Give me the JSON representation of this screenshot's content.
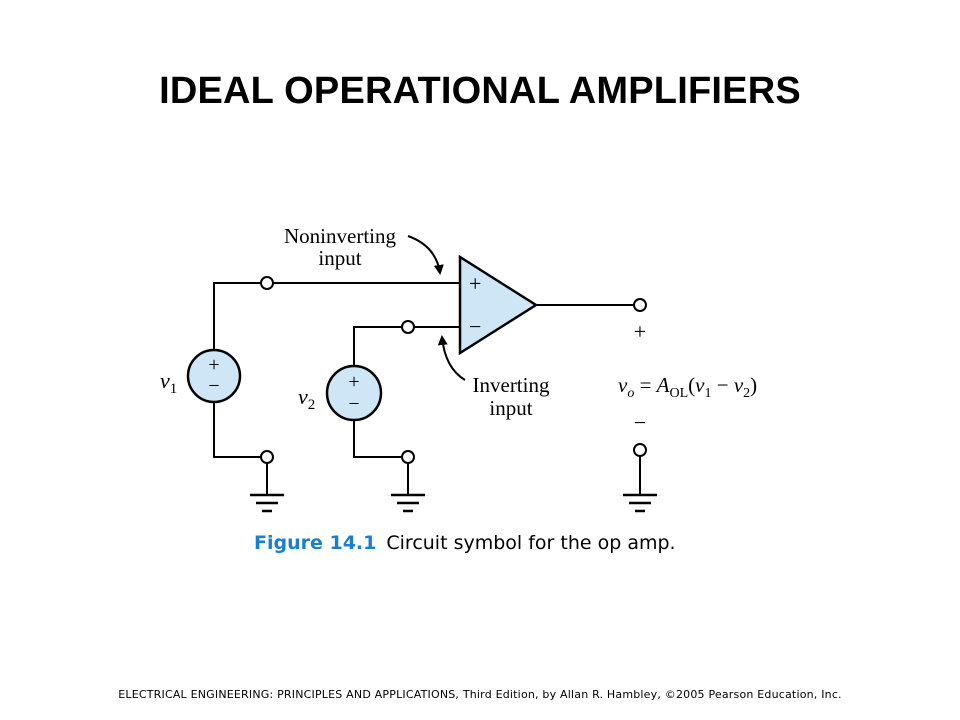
{
  "title": "IDEAL OPERATIONAL AMPLIFIERS",
  "diagram": {
    "noninverting_label": [
      "Noninverting",
      "input"
    ],
    "inverting_label": [
      "Inverting",
      "input"
    ],
    "opamp_plus": "+",
    "opamp_minus": "−",
    "source1": {
      "var": "v",
      "sub": "1",
      "plus": "+",
      "minus": "−"
    },
    "source2": {
      "var": "v",
      "sub": "2",
      "plus": "+",
      "minus": "−"
    },
    "output_plus": "+",
    "output_minus": "−",
    "equation": {
      "lhs_var": "v",
      "lhs_sub": "o",
      "eq": " = ",
      "gain": "A",
      "gain_sub": "OL",
      "open": "(",
      "v1": "v",
      "v1_sub": "1",
      "minus": " − ",
      "v2": "v",
      "v2_sub": "2",
      "close": ")"
    }
  },
  "caption": {
    "figure_number": "Figure 14.1",
    "text": "Circuit symbol for the op amp."
  },
  "footer": "ELECTRICAL ENGINEERING: PRINCIPLES AND APPLICATIONS, Third Edition, by Allan R. Hambley, ©2005 Pearson Education, Inc.",
  "colors": {
    "opamp_fill": "#cfe6f7",
    "source_fill": "#cfe6f7",
    "caption_accent": "#1a7fd0",
    "line": "#000000"
  }
}
